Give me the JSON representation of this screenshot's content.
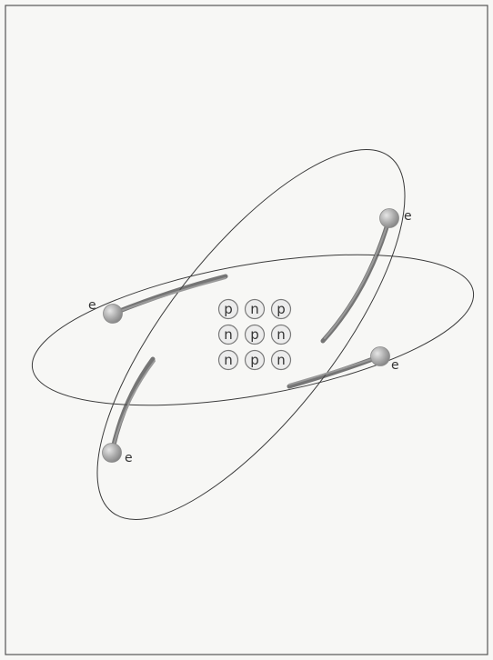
{
  "diagram": {
    "nucleus": {
      "grid": [
        [
          "p",
          "n",
          "p"
        ],
        [
          "n",
          "p",
          "n"
        ],
        [
          "n",
          "p",
          "n"
        ]
      ]
    },
    "electron_label": "e",
    "electron_count": 4,
    "colors": {
      "background": "#f7f7f5",
      "frame": "#555555",
      "orbit": "#3a3a3a",
      "trail": "#555555",
      "electron": "#a9a9a9",
      "particle_fill": "#ececec",
      "particle_stroke": "#7a7a7a",
      "text": "#333333"
    }
  }
}
